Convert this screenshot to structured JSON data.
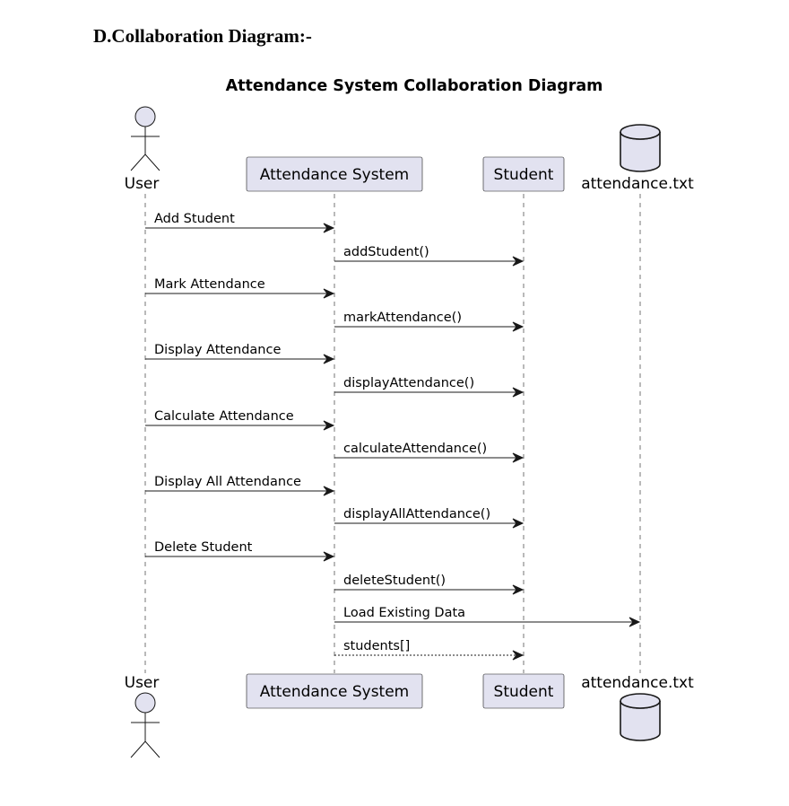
{
  "doc_heading": "D.Collaboration Diagram:-",
  "diagram": {
    "title": "Attendance System Collaboration Diagram",
    "participants": [
      {
        "id": "user",
        "label": "User",
        "kind": "actor"
      },
      {
        "id": "system",
        "label": "Attendance System",
        "kind": "participant"
      },
      {
        "id": "student",
        "label": "Student",
        "kind": "participant"
      },
      {
        "id": "file",
        "label": "attendance.txt",
        "kind": "database"
      }
    ],
    "messages": [
      {
        "from": "user",
        "to": "system",
        "label": "Add Student",
        "style": "solid"
      },
      {
        "from": "system",
        "to": "student",
        "label": "addStudent()",
        "style": "solid"
      },
      {
        "from": "user",
        "to": "system",
        "label": "Mark Attendance",
        "style": "solid"
      },
      {
        "from": "system",
        "to": "student",
        "label": "markAttendance()",
        "style": "solid"
      },
      {
        "from": "user",
        "to": "system",
        "label": "Display Attendance",
        "style": "solid"
      },
      {
        "from": "system",
        "to": "student",
        "label": "displayAttendance()",
        "style": "solid"
      },
      {
        "from": "user",
        "to": "system",
        "label": "Calculate Attendance",
        "style": "solid"
      },
      {
        "from": "system",
        "to": "student",
        "label": "calculateAttendance()",
        "style": "solid"
      },
      {
        "from": "user",
        "to": "system",
        "label": "Display All Attendance",
        "style": "solid"
      },
      {
        "from": "system",
        "to": "student",
        "label": "displayAllAttendance()",
        "style": "solid"
      },
      {
        "from": "user",
        "to": "system",
        "label": "Delete Student",
        "style": "solid"
      },
      {
        "from": "system",
        "to": "student",
        "label": "deleteStudent()",
        "style": "solid"
      },
      {
        "from": "system",
        "to": "file",
        "label": "Load Existing Data",
        "style": "solid"
      },
      {
        "from": "system",
        "to": "student",
        "label": "students[]",
        "style": "dashed"
      }
    ]
  }
}
